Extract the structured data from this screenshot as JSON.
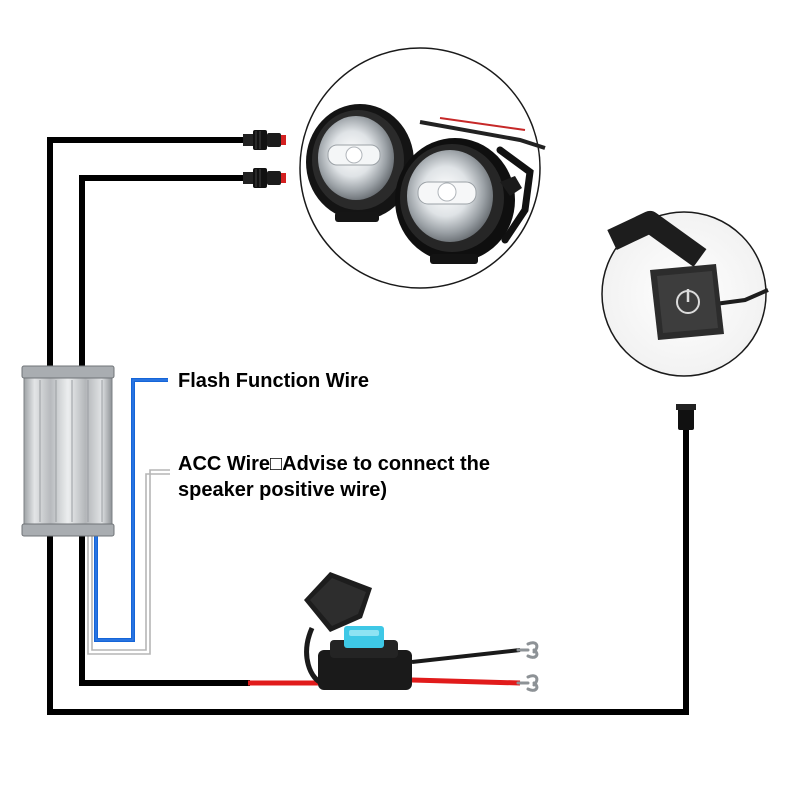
{
  "labels": {
    "flash_function_wire": "Flash Function Wire",
    "acc_wire_line1": "ACC Wire□Advise to connect the",
    "acc_wire_line2": "speaker positive wire)"
  },
  "colors": {
    "harness_wire": "#000000",
    "flash_wire": "#1565d8",
    "acc_wire": "#b5b5b5",
    "power_wire_red": "#e11b1b",
    "fuse_blade": "#3ec8e6",
    "connector_red": "#d42020",
    "module_body": "#c9cbcd",
    "lamp_bezel": "#161616"
  },
  "icons": {
    "controller": "aluminum-controller-module-icon",
    "plug_connector": "waterproof-plug-icon",
    "fog_lights": "fog-light-pair-icon",
    "switch": "power-switch-icon",
    "fuse_holder": "inline-fuse-holder-icon",
    "ring_terminal": "fork-terminal-icon"
  }
}
